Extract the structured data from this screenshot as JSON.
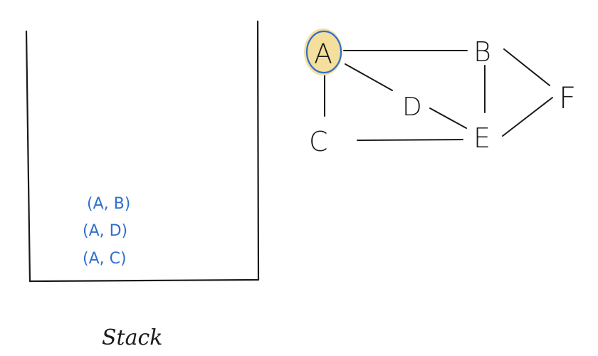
{
  "stack": {
    "label": "Stack",
    "items": [
      "(A, B)",
      "(A, D)",
      "(A, C)"
    ]
  },
  "graph": {
    "nodes": [
      "A",
      "B",
      "C",
      "D",
      "E",
      "F"
    ],
    "highlighted_node": "A",
    "edges": [
      [
        "A",
        "B"
      ],
      [
        "A",
        "C"
      ],
      [
        "A",
        "D"
      ],
      [
        "B",
        "E"
      ],
      [
        "B",
        "F"
      ],
      [
        "C",
        "E"
      ],
      [
        "D",
        "E"
      ],
      [
        "E",
        "F"
      ]
    ]
  },
  "colors": {
    "ink": "#1a1a1a",
    "pen_blue": "#2f6fcf",
    "highlight_yellow": "#f3d98c",
    "background": "#ffffff"
  }
}
